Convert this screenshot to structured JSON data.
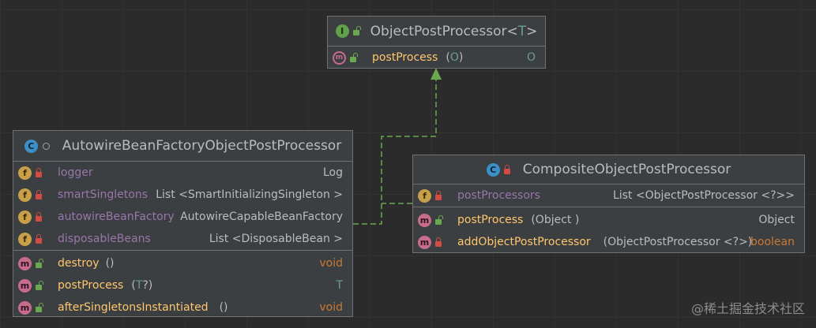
{
  "colors": {
    "background": "#2b2b2b",
    "node_bg": "#3c3f41",
    "node_border": "#6f7172",
    "field": "#9876aa",
    "method": "#ffc66d",
    "type": "#bbbbbb",
    "keyword": "#cc7832",
    "generic": "#6a9e8a",
    "connector": "#6aa84f"
  },
  "interface": {
    "name": "ObjectPostProcessor",
    "type_open": "<",
    "type_param": "T",
    "type_close": ">",
    "icon": "interface-icon",
    "methods": [
      {
        "name": "postProcess",
        "params_open": "(",
        "params": "O",
        "params_close": ")",
        "return": "O"
      }
    ]
  },
  "autowire": {
    "name": "AutowireBeanFactoryObjectPostProcessor",
    "icon": "class-icon",
    "fields": [
      {
        "name": "logger",
        "type": "Log"
      },
      {
        "name": "smartSingletons",
        "type": "List <SmartInitializingSingleton  >"
      },
      {
        "name": "autowireBeanFactory",
        "type": "AutowireCapableBeanFactory"
      },
      {
        "name": "disposableBeans",
        "type": "List <DisposableBean  >"
      }
    ],
    "methods": [
      {
        "name": "destroy",
        "params": "()",
        "return": "void"
      },
      {
        "name": "postProcess",
        "params_open": "(",
        "params": "T",
        "params_close": "?)",
        "return": "T"
      },
      {
        "name": "afterSingletonsInstantiated",
        "params": "()",
        "return": "void"
      }
    ]
  },
  "composite": {
    "name": "CompositeObjectPostProcessor",
    "icon": "class-icon",
    "fields": [
      {
        "name": "postProcessors",
        "type": "List <ObjectPostProcessor    <?>>"
      }
    ],
    "methods": [
      {
        "name": "postProcess",
        "params": "(Object )",
        "return": "Object"
      },
      {
        "name": "addObjectPostProcessor",
        "params": "(ObjectPostProcessor    <?>)",
        "return": "boolean"
      }
    ]
  },
  "watermark": "@稀土掘金技术社区"
}
